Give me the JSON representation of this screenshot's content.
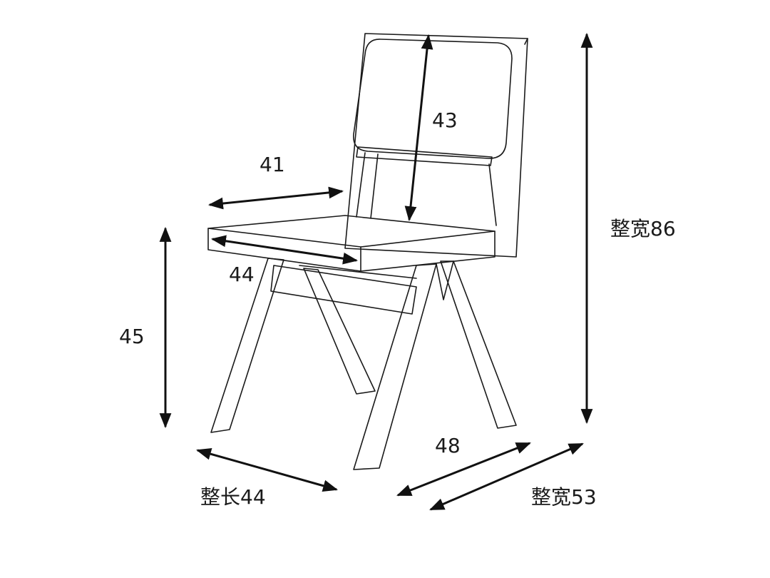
{
  "dimensions": {
    "backrest_height": "43",
    "seat_depth": "41",
    "seat_width": "44",
    "seat_height": "45",
    "overall_height": "整宽86",
    "base_depth": "48",
    "overall_length": "整长44",
    "overall_width": "整宽53"
  },
  "colors": {
    "line": "#1a1a1a",
    "background": "#ffffff"
  }
}
